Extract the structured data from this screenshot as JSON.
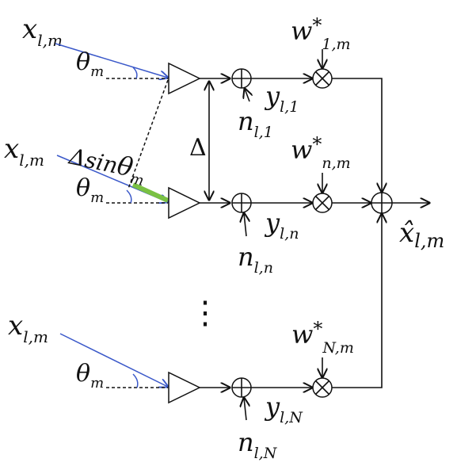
{
  "diagram": {
    "rows": [
      {
        "input": {
          "base": "x",
          "sub": "l,m"
        },
        "angle": {
          "base": "θ",
          "sub": "m"
        },
        "noise": {
          "base": "n",
          "sub": "l,1"
        },
        "signal": {
          "base": "y",
          "sub": "l,1"
        },
        "weight": {
          "base": "w",
          "sup": "*",
          "sub": "1,m"
        }
      },
      {
        "input": {
          "base": "x",
          "sub": "l,m"
        },
        "angle": {
          "base": "θ",
          "sub": "m"
        },
        "noise": {
          "base": "n",
          "sub": "l,n"
        },
        "signal": {
          "base": "y",
          "sub": "l,n"
        },
        "weight": {
          "base": "w",
          "sup": "*",
          "sub": "n,m"
        }
      },
      {
        "input": {
          "base": "x",
          "sub": "l,m"
        },
        "angle": {
          "base": "θ",
          "sub": "m"
        },
        "noise": {
          "base": "n",
          "sub": "l,N"
        },
        "signal": {
          "base": "y",
          "sub": "l,N"
        },
        "weight": {
          "base": "w",
          "sup": "*",
          "sub": "N,m"
        }
      }
    ],
    "spacing_label": "Δ",
    "path_difference": {
      "prefix": "Δsin",
      "base": "θ",
      "sub": "m"
    },
    "ellipsis": "⋮",
    "output": {
      "base": "x̂",
      "sub": "l,m"
    },
    "colors": {
      "ray": "#3a58c9",
      "path_difference": "#7ac143",
      "lines": "#111111"
    }
  }
}
